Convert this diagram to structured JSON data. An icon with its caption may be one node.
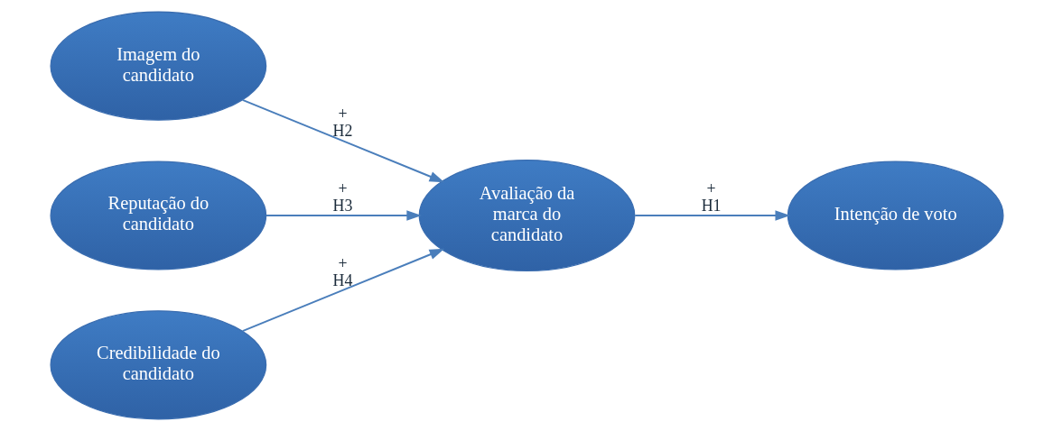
{
  "diagram": {
    "nodes": [
      {
        "text": [
          "Imagem do candidato"
        ]
      },
      {
        "text": [
          "Reputação do candidato"
        ]
      },
      {
        "text": [
          "Credibilidade do candidato"
        ]
      },
      {
        "text": [
          "Avaliação da marca do candidato"
        ]
      },
      {
        "text": [
          "Intenção de voto"
        ]
      }
    ],
    "edges": [
      {
        "from": 0,
        "to": 3,
        "arrow": "to",
        "label": "+ H2"
      },
      {
        "from": 1,
        "to": 3,
        "arrow": "to",
        "label": "+ H3"
      },
      {
        "from": 2,
        "to": 3,
        "arrow": "to",
        "label": "+ H4"
      },
      {
        "from": 3,
        "to": 4,
        "arrow": "to",
        "label": "+ H1"
      }
    ]
  }
}
